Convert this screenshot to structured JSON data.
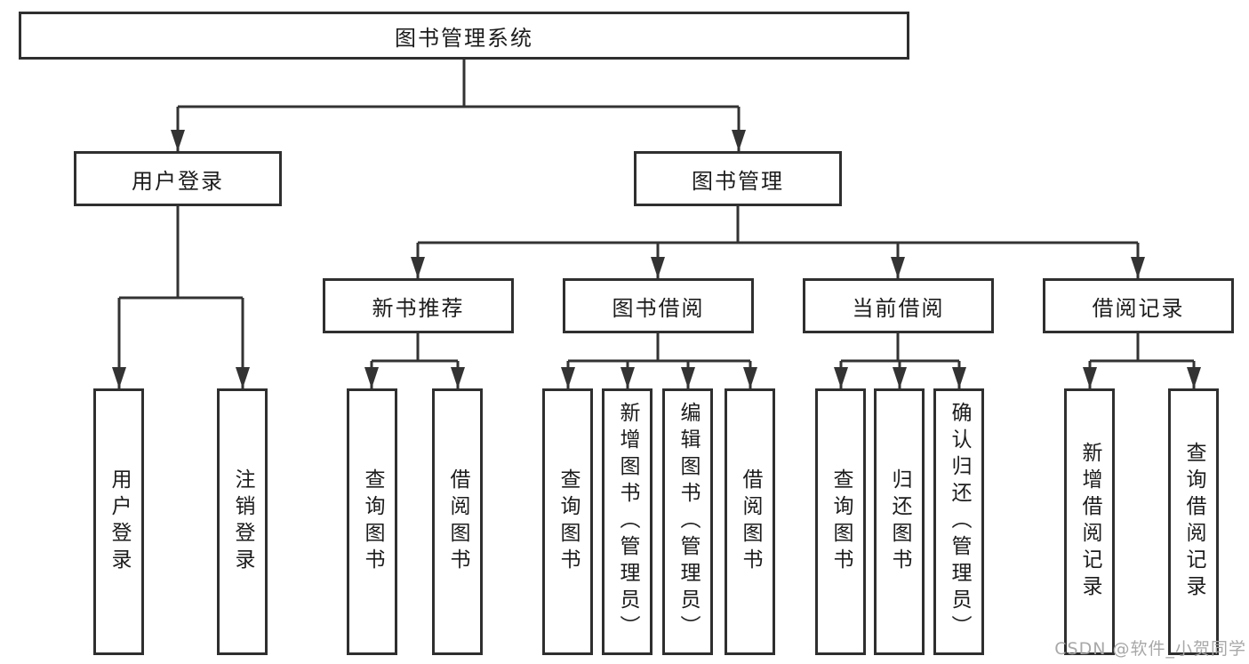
{
  "diagram": {
    "root": {
      "label": "图书管理系统"
    },
    "branches": [
      {
        "label": "用户登录",
        "children": [
          "用户登录",
          "注销登录"
        ]
      },
      {
        "label": "图书管理",
        "modules": [
          {
            "label": "新书推荐",
            "children": [
              "查询图书",
              "借阅图书"
            ]
          },
          {
            "label": "图书借阅",
            "children": [
              "查询图书",
              "新增图书（管理员）",
              "编辑图书（管理员）",
              "借阅图书"
            ]
          },
          {
            "label": "当前借阅",
            "children": [
              "查询图书",
              "归还图书",
              "确认归还（管理员）"
            ]
          },
          {
            "label": "借阅记录",
            "children": [
              "新增借阅记录",
              "查询借阅记录"
            ]
          }
        ]
      }
    ],
    "colors": {
      "line": "#333333",
      "box_border": "#2f2f2f",
      "text": "#1c1c1c",
      "background": "#ffffff",
      "watermark": "#a8a8a8"
    },
    "watermark": "CSDN @软件_小贺同学"
  }
}
